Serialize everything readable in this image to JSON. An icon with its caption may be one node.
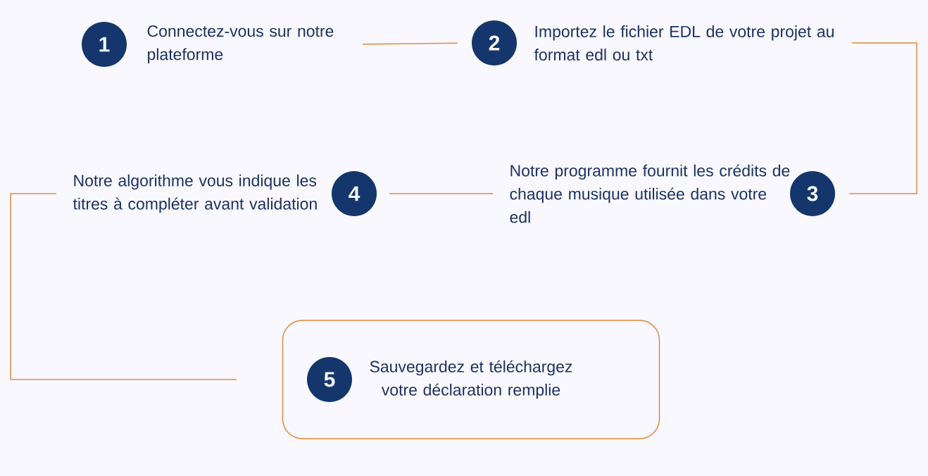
{
  "diagram": {
    "nodes": [
      {
        "text": [
          "1"
        ]
      },
      {
        "text": [
          "Connectez-vous sur notre plateforme"
        ]
      },
      {
        "text": [
          "2"
        ]
      },
      {
        "text": [
          "Importez le fichier EDL de votre projet au format edl ou txt"
        ]
      },
      {
        "text": [
          "Notre programme fournit les crédits de chaque musique utilisée dans votre edl"
        ]
      },
      {
        "text": [
          "3"
        ]
      },
      {
        "text": [
          "Notre algorithme vous indique les titres à compléter avant validation"
        ]
      },
      {
        "text": [
          "4"
        ]
      },
      {
        "text": [
          "Sauvegardez et téléchargez votre déclaration remplie"
        ]
      },
      {
        "text": [
          "5"
        ],
        "in": 8
      }
    ],
    "edges": [
      {
        "from": 1,
        "to": 2,
        "arrow": "none"
      },
      {
        "from": 3,
        "to": 5,
        "arrow": "none"
      },
      {
        "from": 7,
        "to": 4,
        "arrow": "none"
      },
      {
        "from": 6,
        "to": 8,
        "arrow": "none"
      }
    ]
  }
}
